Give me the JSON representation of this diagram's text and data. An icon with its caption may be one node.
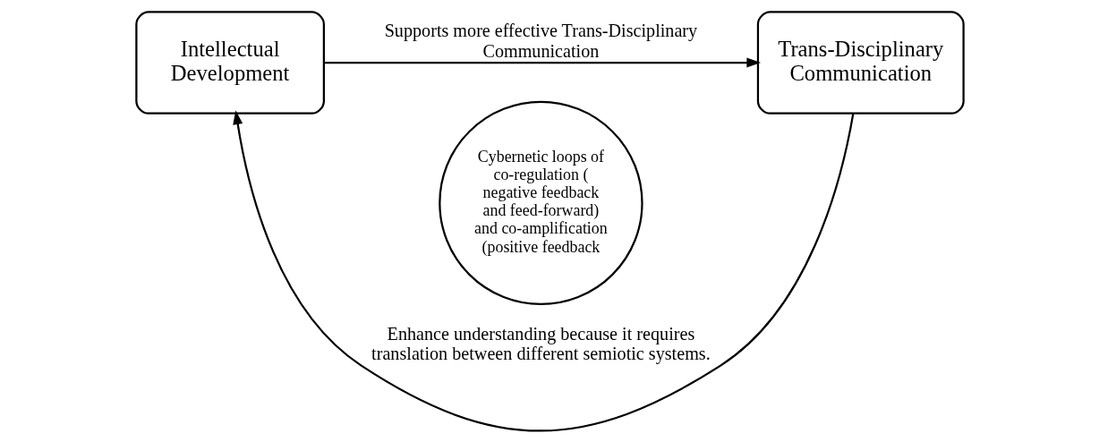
{
  "diagram": {
    "nodes": [
      {
        "text": [
          "Intellectual Development"
        ]
      },
      {
        "text": [
          "Trans-Disciplinary Communication"
        ]
      },
      {
        "text": [
          "Cybernetic loops of co-regulation ( negative feedback and feed-forward) and co-amplification (positive feedback"
        ]
      }
    ],
    "edges": [
      {
        "from": 0,
        "to": 1,
        "arrow": "to",
        "label": "Supports more effective Trans-Disciplinary Communication"
      },
      {
        "from": 1,
        "to": 0,
        "arrow": "to",
        "label": "Enhance understanding because it requires translation between different semiotic systems."
      }
    ]
  }
}
